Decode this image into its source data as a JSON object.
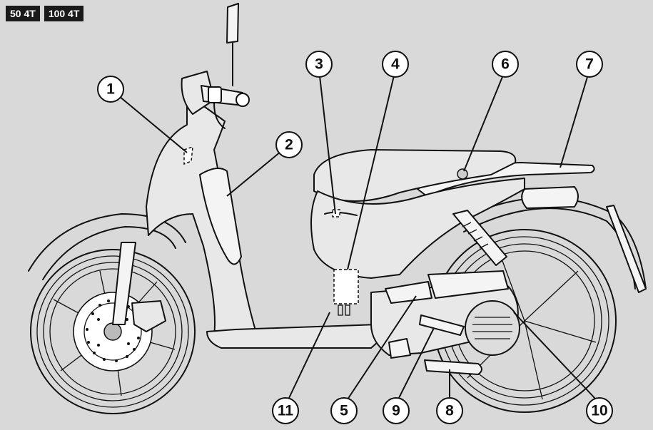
{
  "badges": [
    "50 4T",
    "100 4T"
  ],
  "callouts": [
    {
      "id": "1",
      "label": "1"
    },
    {
      "id": "2",
      "label": "2"
    },
    {
      "id": "3",
      "label": "3"
    },
    {
      "id": "4",
      "label": "4"
    },
    {
      "id": "5",
      "label": "5"
    },
    {
      "id": "6",
      "label": "6"
    },
    {
      "id": "7",
      "label": "7"
    },
    {
      "id": "8",
      "label": "8"
    },
    {
      "id": "9",
      "label": "9"
    },
    {
      "id": "10",
      "label": "10"
    },
    {
      "id": "11",
      "label": "11"
    }
  ]
}
